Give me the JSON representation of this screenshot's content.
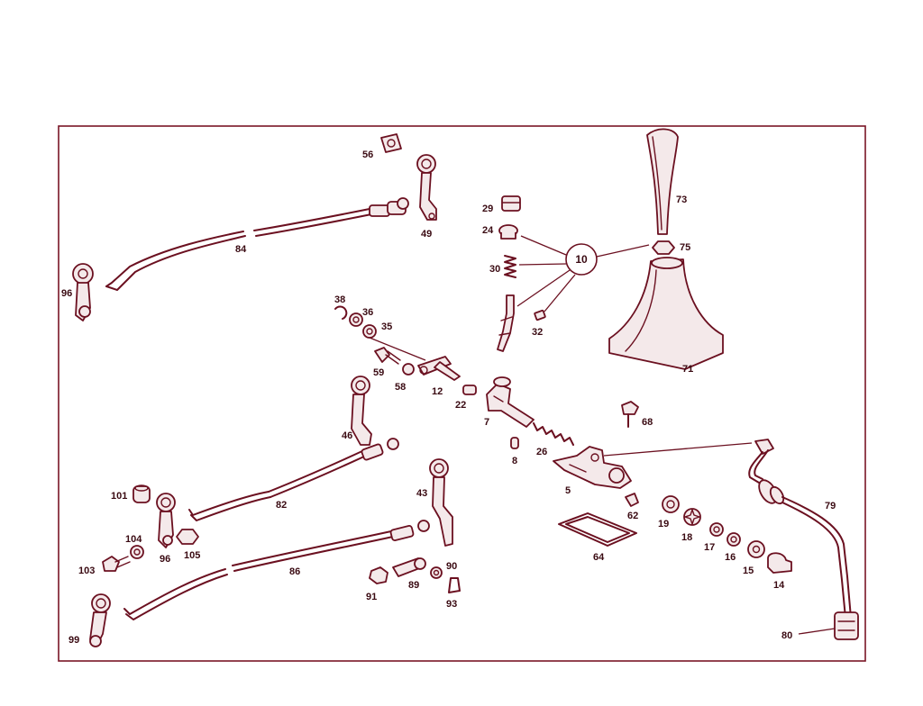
{
  "diagram": {
    "line_color": "#6b1020",
    "frame_color": "#7a1526",
    "background": "#ffffff",
    "callout": "10",
    "labels": {
      "p56": "56",
      "p49": "49",
      "p84": "84",
      "p96a": "96",
      "p29": "29",
      "p24": "24",
      "p30": "30",
      "p32": "32",
      "p73": "73",
      "p75": "75",
      "p71": "71",
      "p38": "38",
      "p36": "36",
      "p35": "35",
      "p59": "59",
      "p58": "58",
      "p12": "12",
      "p22": "22",
      "p7": "7",
      "p8": "8",
      "p26": "26",
      "p46": "46",
      "p68": "68",
      "p5": "5",
      "p101": "101",
      "p82": "82",
      "p43": "43",
      "p104": "104",
      "p103": "103",
      "p96b": "96",
      "p105": "105",
      "p86": "86",
      "p90": "90",
      "p91": "91",
      "p89": "89",
      "p93": "93",
      "p62": "62",
      "p64": "64",
      "p19": "19",
      "p18": "18",
      "p17": "17",
      "p16": "16",
      "p15": "15",
      "p14": "14",
      "p79": "79",
      "p80": "80",
      "p99": "99"
    }
  }
}
